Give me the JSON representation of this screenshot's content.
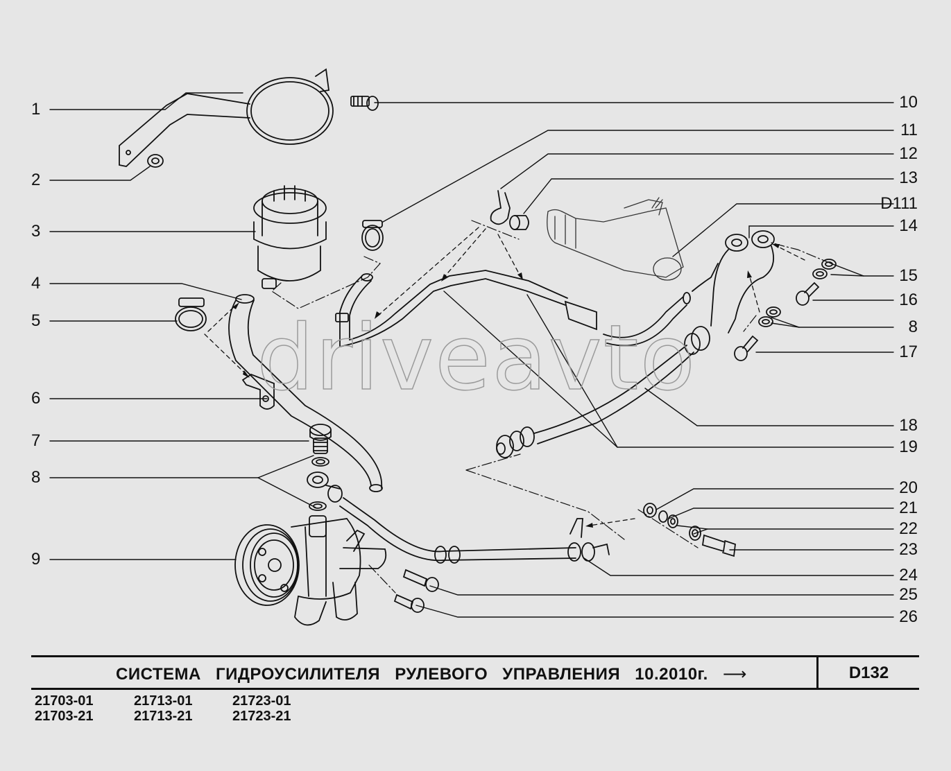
{
  "watermark": "driveavto",
  "callouts_left": [
    {
      "num": "1",
      "part": "reservoir-bracket"
    },
    {
      "num": "2",
      "part": "washer"
    },
    {
      "num": "3",
      "part": "reservoir"
    },
    {
      "num": "4",
      "part": "supply-hose"
    },
    {
      "num": "5",
      "part": "hose-clamp"
    },
    {
      "num": "6",
      "part": "hose-holder"
    },
    {
      "num": "7",
      "part": "banjo-bolt"
    },
    {
      "num": "8",
      "part": "sealing-washers"
    },
    {
      "num": "9",
      "part": "power-steering-pump"
    }
  ],
  "callouts_right": [
    {
      "num": "10",
      "part": "bolt"
    },
    {
      "num": "11",
      "part": "clamp"
    },
    {
      "num": "12",
      "part": "hose-holder"
    },
    {
      "num": "13",
      "part": "bushing"
    },
    {
      "num": "D111",
      "part": "steering-gear-reference"
    },
    {
      "num": "14",
      "part": "high-pressure-tube"
    },
    {
      "num": "15",
      "part": "sealing-washers"
    },
    {
      "num": "16",
      "part": "banjo-bolt"
    },
    {
      "num": "8",
      "part": "sealing-washers"
    },
    {
      "num": "17",
      "part": "banjo-bolt"
    },
    {
      "num": "18",
      "part": "pressure-hose"
    },
    {
      "num": "19",
      "part": "return-hose"
    },
    {
      "num": "20",
      "part": "nut"
    },
    {
      "num": "21",
      "part": "spring-washer"
    },
    {
      "num": "22",
      "part": "washer"
    },
    {
      "num": "23",
      "part": "bolt"
    },
    {
      "num": "24",
      "part": "bracket"
    },
    {
      "num": "25",
      "part": "bolt"
    },
    {
      "num": "26",
      "part": "bolt"
    }
  ],
  "title_block": {
    "title": "СИСТЕМА ГИДРОУСИЛИТЕЛЯ РУЛЕВОГО УПРАВЛЕНИЯ 10.2010г.",
    "arrow": "⟶",
    "sheet_code": "D132",
    "models": [
      [
        "21703-01",
        "21703-21"
      ],
      [
        "21713-01",
        "21713-21"
      ],
      [
        "21723-01",
        "21723-21"
      ]
    ]
  },
  "colors": {
    "background": "#e6e6e6",
    "ink": "#111111",
    "watermark": "#9a9a9a"
  }
}
